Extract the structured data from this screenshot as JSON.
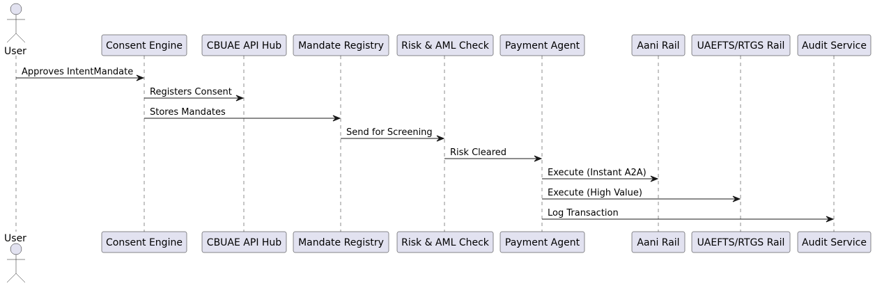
{
  "participants": [
    {
      "id": "user",
      "label": "User",
      "kind": "actor"
    },
    {
      "id": "consent-engine",
      "label": "Consent Engine",
      "kind": "participant"
    },
    {
      "id": "cbuae-api-hub",
      "label": "CBUAE API Hub",
      "kind": "participant"
    },
    {
      "id": "mandate-registry",
      "label": "Mandate Registry",
      "kind": "participant"
    },
    {
      "id": "risk-aml-check",
      "label": "Risk & AML Check",
      "kind": "participant"
    },
    {
      "id": "payment-agent",
      "label": "Payment Agent",
      "kind": "participant"
    },
    {
      "id": "aani-rail",
      "label": "Aani Rail",
      "kind": "participant"
    },
    {
      "id": "uaefts-rtgs-rail",
      "label": "UAEFTS/RTGS Rail",
      "kind": "participant"
    },
    {
      "id": "audit-service",
      "label": "Audit Service",
      "kind": "participant"
    }
  ],
  "messages": [
    {
      "from": "user",
      "to": "consent-engine",
      "label": "Approves IntentMandate"
    },
    {
      "from": "consent-engine",
      "to": "cbuae-api-hub",
      "label": "Registers Consent"
    },
    {
      "from": "consent-engine",
      "to": "mandate-registry",
      "label": "Stores Mandates"
    },
    {
      "from": "mandate-registry",
      "to": "risk-aml-check",
      "label": "Send for Screening"
    },
    {
      "from": "risk-aml-check",
      "to": "payment-agent",
      "label": "Risk Cleared"
    },
    {
      "from": "payment-agent",
      "to": "aani-rail",
      "label": "Execute (Instant A2A)"
    },
    {
      "from": "payment-agent",
      "to": "uaefts-rtgs-rail",
      "label": "Execute (High Value)"
    },
    {
      "from": "payment-agent",
      "to": "audit-service",
      "label": "Log Transaction"
    }
  ],
  "colors": {
    "participant_fill": "#e2e2f0",
    "stroke": "#181818",
    "text": "#000000"
  }
}
